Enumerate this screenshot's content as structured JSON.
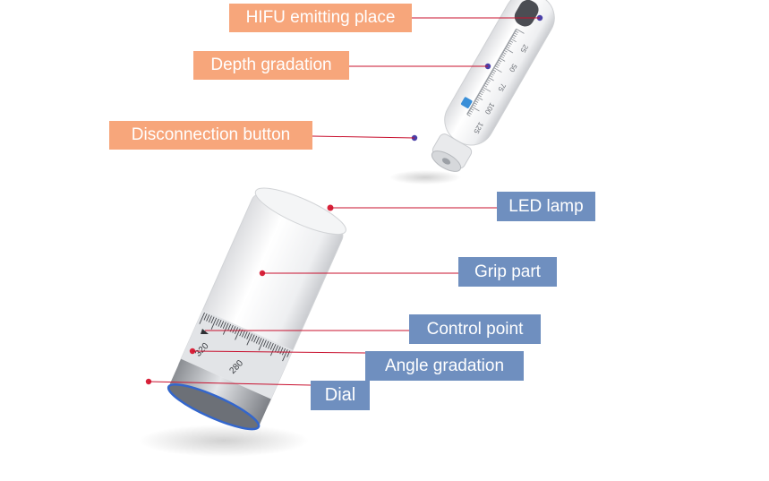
{
  "colors": {
    "orange_label": "#f7a67b",
    "blue_label": "#6f8fbf",
    "leader_line": "#c8102e",
    "device_body": "#f1f2f2",
    "depth_button": "#3a8fd8",
    "dial_ring": "#3366cc"
  },
  "top_device": {
    "labels": {
      "hifu": "HIFU emitting place",
      "depth": "Depth gradation",
      "disconnect": "Disconnection button"
    },
    "scale_ticks": [
      "25",
      "50",
      "75",
      "100",
      "125"
    ]
  },
  "bottom_device": {
    "labels": {
      "led": "LED lamp",
      "grip": "Grip part",
      "control": "Control point",
      "angle": "Angle gradation",
      "dial": "Dial"
    },
    "dial_numbers": [
      "320",
      "280"
    ]
  }
}
